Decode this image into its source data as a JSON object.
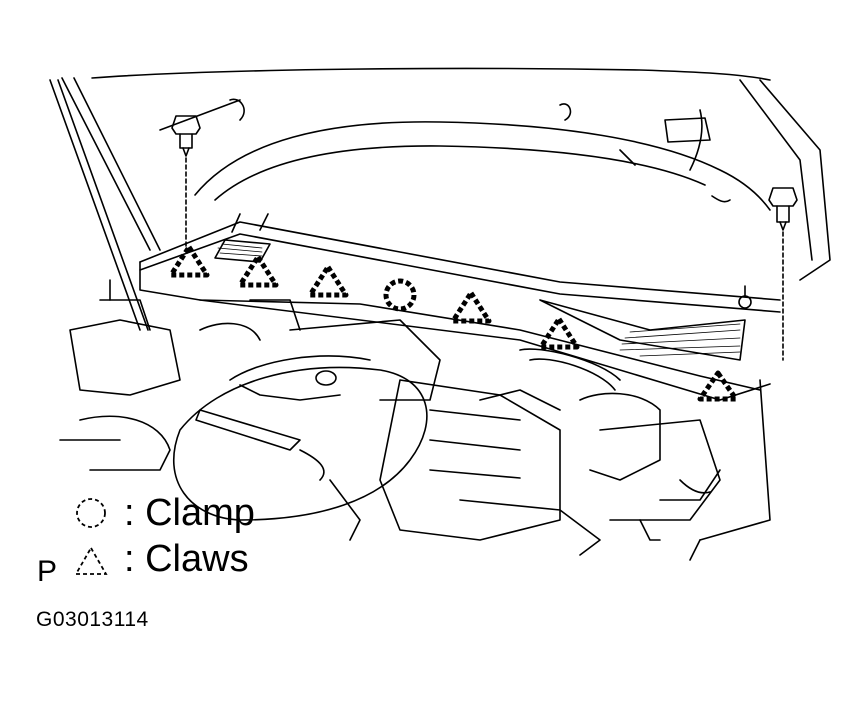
{
  "legend": {
    "clamp_label": ": Clamp",
    "claws_label": ": Claws"
  },
  "view_marker": "P",
  "figure_id": "G03013114",
  "colors": {
    "ink": "#000000",
    "paper": "#ffffff"
  }
}
